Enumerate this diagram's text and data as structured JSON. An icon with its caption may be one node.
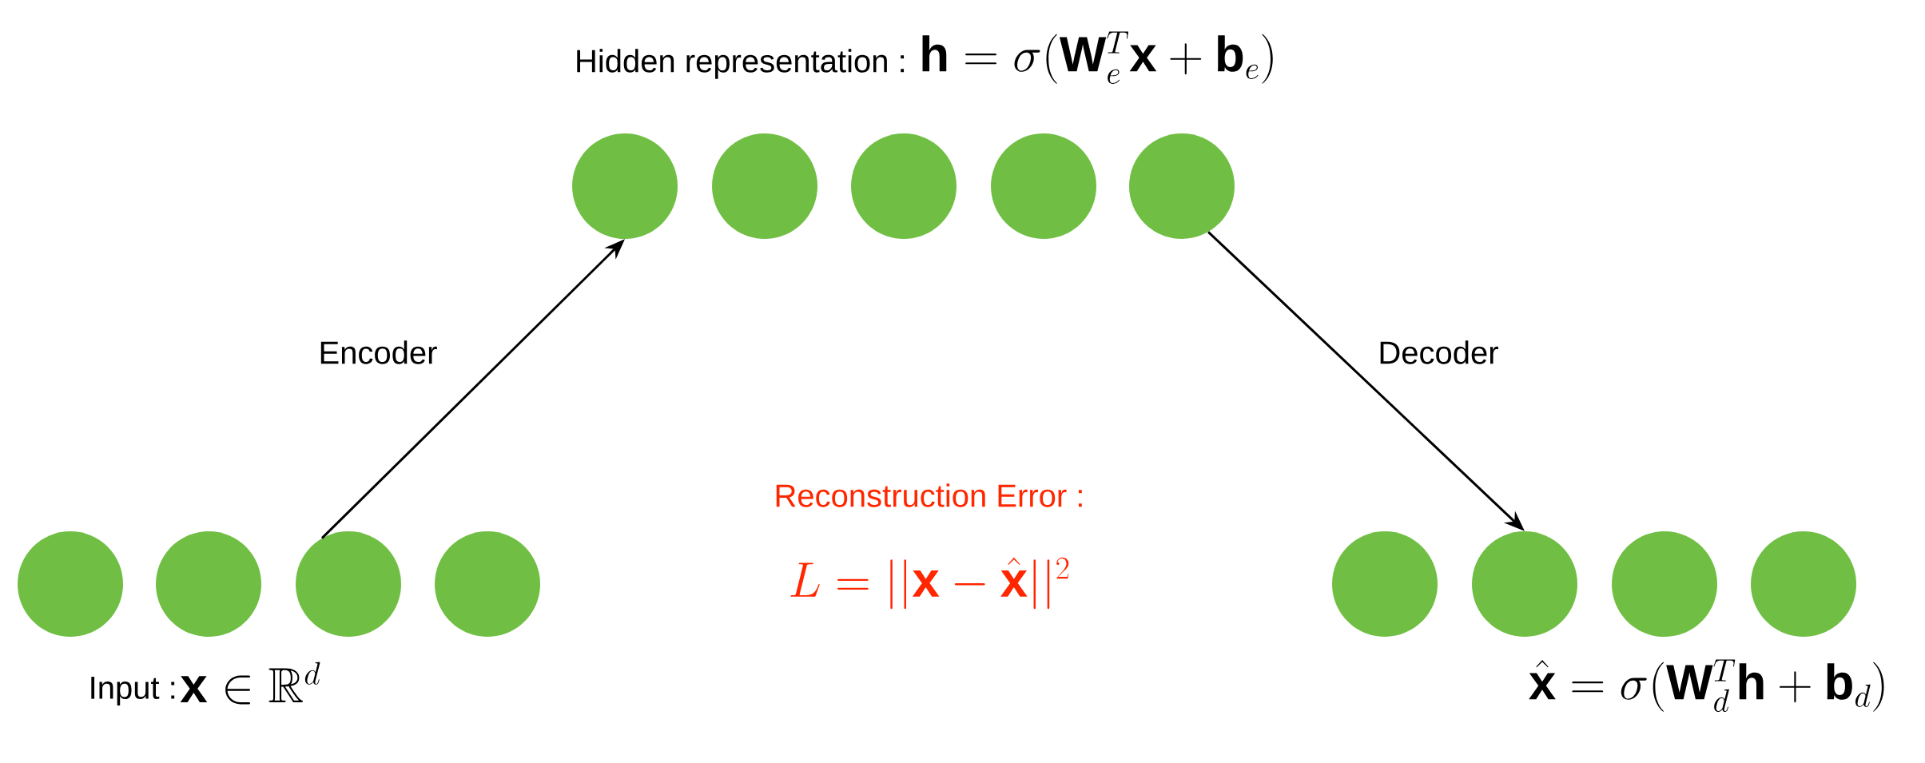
{
  "diagram": {
    "nodes": [
      {
        "text": [],
        "shape": "circle"
      },
      {
        "text": [],
        "shape": "circle"
      },
      {
        "text": [],
        "shape": "circle"
      },
      {
        "text": [],
        "shape": "circle"
      },
      {
        "text": [],
        "shape": "circle"
      },
      {
        "text": [],
        "shape": "circle"
      },
      {
        "text": [],
        "shape": "circle"
      },
      {
        "text": [],
        "shape": "circle"
      },
      {
        "text": [],
        "shape": "circle"
      },
      {
        "text": [],
        "shape": "circle"
      },
      {
        "text": [],
        "shape": "circle"
      },
      {
        "text": [],
        "shape": "circle"
      },
      {
        "text": [],
        "shape": "circle"
      }
    ],
    "edges": [
      {
        "from": 7,
        "to": 0,
        "arrow": "to",
        "label": "Encoder"
      },
      {
        "from": 4,
        "to": 10,
        "arrow": "to",
        "label": "Decoder"
      }
    ],
    "labels": [
      "Hidden representation :",
      "\\mathbf{h} = \\sigma(\\mathbf{W}_e^T\\mathbf{x}+\\mathbf{b}_e)",
      "Reconstruction Error :",
      "L = ||\\mathbf{x}-\\hat{\\mathbf{x}}||^2",
      "Input :",
      "\\mathbf{x} \\in \\mathbb{R}^d",
      "\\hat{\\mathbf{x}} = \\sigma(\\mathbf{W}_d^T\\mathbf{h}+\\mathbf{b}_d)"
    ]
  }
}
